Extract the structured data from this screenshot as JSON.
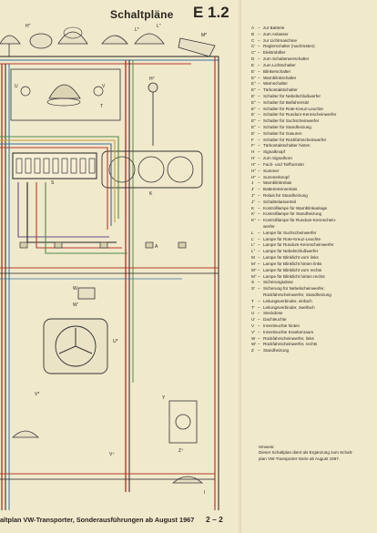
{
  "header": {
    "title": "Schaltpläne",
    "code": "E 1.2"
  },
  "diagram": {
    "labels": {
      "H_top": "H\"",
      "L_top": "L\"",
      "Mstar": "M*",
      "Lstar": "L*",
      "Hdeg": "H°",
      "U": "U",
      "V": "V",
      "T": "T",
      "S": "S",
      "K": "K",
      "A": "A",
      "W": "W",
      "Wp": "W'",
      "Ustar": "U*",
      "Vstar": "V*",
      "Y": "Y",
      "Zplus": "Z⁺",
      "Vplus": "V⁺",
      "I": "I"
    }
  },
  "legend": {
    "items": [
      {
        "key": "A",
        "desc": "zur Batterie"
      },
      {
        "key": "B",
        "desc": "zum Anlasser"
      },
      {
        "key": "C",
        "desc": "zur Lichtmaschine"
      },
      {
        "key": "C'",
        "desc": "Reglerschalter (nachrüsten)"
      },
      {
        "key": "C\"",
        "desc": "Elektrolüfter"
      },
      {
        "key": "D",
        "desc": "zum Schalterwerschalter"
      },
      {
        "key": "E",
        "desc": "zum Lichtschalter"
      },
      {
        "key": "E'",
        "desc": "Blinkerschalter"
      },
      {
        "key": "E\"",
        "desc": "Warnblinkschalter"
      },
      {
        "key": "E°",
        "desc": "Warnschalter"
      },
      {
        "key": "E\"",
        "desc": "Türkontaktschalter"
      },
      {
        "key": "E'",
        "desc": "Schalter für Nebelschlußwerfer"
      },
      {
        "key": "E°",
        "desc": "Schalter für Beifahrersitz"
      },
      {
        "key": "E\"",
        "desc": "Schalter für Rote-Kreuz-Leuchte"
      },
      {
        "key": "E'",
        "desc": "Schalter für Rundum-Kennscheinwerfer"
      },
      {
        "key": "E\"",
        "desc": "Schalter für Suchscheinwerfer"
      },
      {
        "key": "E°",
        "desc": "Schalter für Standheizung"
      },
      {
        "key": "E'",
        "desc": "Schalter für Gasuren"
      },
      {
        "key": "F",
        "desc": "Schalter für Rückfahrscheinwerfer"
      },
      {
        "key": "F'",
        "desc": "Türkontaktschalter hinten"
      },
      {
        "key": "H",
        "desc": "Signalknopf"
      },
      {
        "key": "H'",
        "desc": "zum Signalhorn"
      },
      {
        "key": "H\"",
        "desc": "Fach- und Tiefhorntön"
      },
      {
        "key": "H°",
        "desc": "Summer"
      },
      {
        "key": "H\"",
        "desc": "Summerknopf"
      },
      {
        "key": "J",
        "desc": "Warnblinkrelais"
      },
      {
        "key": "J'",
        "desc": "Batterietrennrelais"
      },
      {
        "key": "J\"",
        "desc": "Relais für Standheizung"
      },
      {
        "key": "J°",
        "desc": "Schaltrelaisverteil"
      },
      {
        "key": "K",
        "desc": "Kontrolllampe für Warnblinkanlage"
      },
      {
        "key": "K'",
        "desc": "Kontrolllampe für Standheizung"
      },
      {
        "key": "K\"",
        "desc": "Kontrolllampe für Rundum-Kennschein-"
      },
      {
        "key": "",
        "desc": "werfer"
      },
      {
        "key": "L",
        "desc": "Lampe für Suchscheinwerfer"
      },
      {
        "key": "L'",
        "desc": "Lampe für Rote-Kreuz-Leuchte"
      },
      {
        "key": "L\"",
        "desc": "Lampe für Rundum-Kennscheinwerfer"
      },
      {
        "key": "L°",
        "desc": "Lampe für Nebelschlußwerfer"
      },
      {
        "key": "M",
        "desc": "Lampe für Blinklicht vorn links"
      },
      {
        "key": "M'",
        "desc": "Lampe für Blinklicht hinten links"
      },
      {
        "key": "M\"",
        "desc": "Lampe für Blinklicht vorn rechts"
      },
      {
        "key": "M°",
        "desc": "Lampe für Blinklicht hinten rechts"
      },
      {
        "key": "S",
        "desc": "Sicherungsdose"
      },
      {
        "key": "S'",
        "desc": "Sicherung für Nebelscheinwerfer,"
      },
      {
        "key": "",
        "desc": "Rückfahrscheinwerfer, Standheizung"
      },
      {
        "key": "T",
        "desc": "Leitungsverbinder, einfach"
      },
      {
        "key": "T'",
        "desc": "Leitungsverbinder, zweifach"
      },
      {
        "key": "U",
        "desc": "Steckdose"
      },
      {
        "key": "U'",
        "desc": "Dachleuchte"
      },
      {
        "key": "V",
        "desc": "Innenleuchte hinten"
      },
      {
        "key": "V'",
        "desc": "Innenleuchte Krankenraum"
      },
      {
        "key": "W",
        "desc": "Rückfahrscheinwerfer, links"
      },
      {
        "key": "W'",
        "desc": "Rückfahrscheinwerfer, rechts"
      },
      {
        "key": "Z",
        "desc": "Standheizung"
      }
    ]
  },
  "hint": {
    "title": "Hinweis:",
    "text_lines": [
      "Dieser Schaltplan dient als Ergänzung zum Schalt-",
      "plan VW-Transporter-Serie ab August 1967."
    ]
  },
  "footer": {
    "text": "altplan VW-Transporter, Sonderausführungen ab August 1967",
    "page": "2 – 2"
  }
}
